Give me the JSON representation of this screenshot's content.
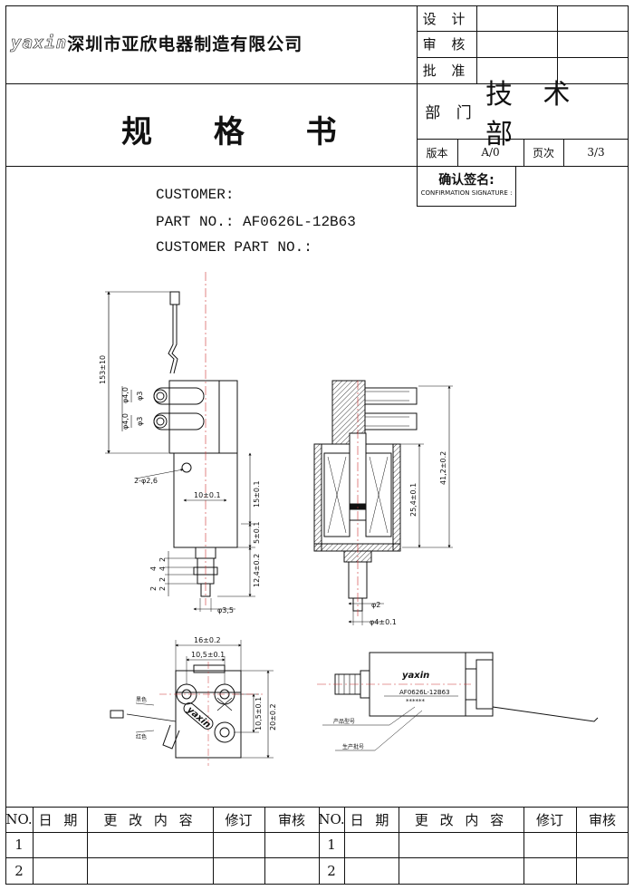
{
  "header": {
    "logo": "yaxin",
    "company": "深圳市亚欣电器制造有限公司",
    "doc_title": "规 格 书",
    "approval": [
      {
        "label": "设 计"
      },
      {
        "label": "审 核"
      },
      {
        "label": "批 准"
      }
    ],
    "dept_label": "部 门",
    "dept_value": "技 术 部",
    "version_label": "版本",
    "version_value": "A/0",
    "page_label": "页次",
    "page_value": "3/3",
    "confirm_label": "确认签名:",
    "confirm_label_en": "CONFIRMATION SIGNATURE :"
  },
  "info": {
    "customer_label": "CUSTOMER:",
    "part_no_label": "PART NO.:",
    "part_no_value": "AF0626L-12B63",
    "customer_part_label": "CUSTOMER PART NO.:"
  },
  "drawing": {
    "dims": {
      "d153": "153±10",
      "phi40a": "φ4,0",
      "phi3a": "φ3",
      "phi40b": "φ4,0",
      "phi3b": "φ3",
      "hole": "2-φ2,6",
      "d10": "10±0.1",
      "d15": "15±0.1",
      "d5": "5±0.1",
      "d124": "12,4±0.2",
      "d2a": "2",
      "d4": "4",
      "d2b": "2",
      "d2c": "2",
      "d4b": "4",
      "d22": "2",
      "phi35": "φ3,5",
      "d412": "41,2±0.2",
      "d254": "25,4±0.1",
      "phi2": "φ2",
      "phi4": "φ4±0.1",
      "d16": "16±0.2",
      "d105": "10,5±0.1",
      "d105v": "10,5±0.1",
      "d20": "20±0.2",
      "black_wire": "黑色",
      "red_wire": "红色",
      "body_logo": "yaxin",
      "label_logo": "yaxin",
      "label_part": "AF0626L-12B63",
      "label_stars": "******",
      "product_model": "产品型号",
      "batch_no": "生产批号"
    }
  },
  "revision": {
    "headers": [
      "NO.",
      "日 期",
      "更 改 内 容",
      "修订",
      "审核"
    ],
    "rows": [
      [
        "1"
      ],
      [
        "2"
      ]
    ]
  }
}
